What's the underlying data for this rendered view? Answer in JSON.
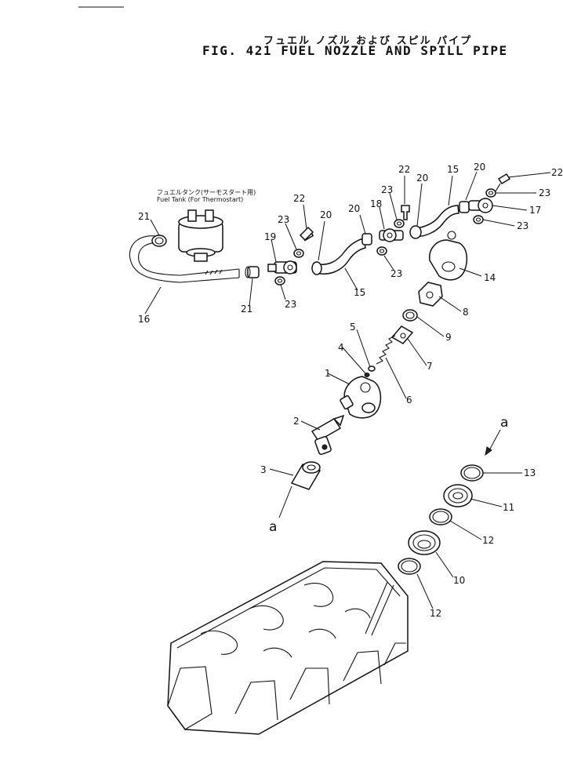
{
  "header": {
    "title_jp": "フュエル ノズル および スピル パイプ",
    "title_en": "FIG. 421  FUEL NOZZLE AND SPILL PIPE"
  },
  "tank_label": {
    "jp": "フュエルタンク(サーモスタート用)",
    "en": "Fuel Tank  (For Thermostart)"
  },
  "callouts": [
    {
      "id": "c1",
      "text": "1"
    },
    {
      "id": "c2",
      "text": "2"
    },
    {
      "id": "c3",
      "text": "3"
    },
    {
      "id": "c4",
      "text": "4"
    },
    {
      "id": "c5",
      "text": "5"
    },
    {
      "id": "c6",
      "text": "6"
    },
    {
      "id": "c7",
      "text": "7"
    },
    {
      "id": "c8",
      "text": "8"
    },
    {
      "id": "c9",
      "text": "9"
    },
    {
      "id": "c10",
      "text": "10"
    },
    {
      "id": "c11",
      "text": "11"
    },
    {
      "id": "c12a",
      "text": "12"
    },
    {
      "id": "c12b",
      "text": "12"
    },
    {
      "id": "c13",
      "text": "13"
    },
    {
      "id": "c14",
      "text": "14"
    },
    {
      "id": "c15a",
      "text": "15"
    },
    {
      "id": "c15b",
      "text": "15"
    },
    {
      "id": "c16",
      "text": "16"
    },
    {
      "id": "c17",
      "text": "17"
    },
    {
      "id": "c18",
      "text": "18"
    },
    {
      "id": "c19",
      "text": "19"
    },
    {
      "id": "c20a",
      "text": "20"
    },
    {
      "id": "c20b",
      "text": "20"
    },
    {
      "id": "c20c",
      "text": "20"
    },
    {
      "id": "c20d",
      "text": "20"
    },
    {
      "id": "c21a",
      "text": "21"
    },
    {
      "id": "c21b",
      "text": "21"
    },
    {
      "id": "c22a",
      "text": "22"
    },
    {
      "id": "c22b",
      "text": "22"
    },
    {
      "id": "c22c",
      "text": "22"
    },
    {
      "id": "c23a",
      "text": "23"
    },
    {
      "id": "c23b",
      "text": "23"
    },
    {
      "id": "c23c",
      "text": "23"
    },
    {
      "id": "c23d",
      "text": "23"
    },
    {
      "id": "c23e",
      "text": "23"
    },
    {
      "id": "c23f",
      "text": "23"
    },
    {
      "id": "ca1",
      "text": "a"
    },
    {
      "id": "ca2",
      "text": "a"
    }
  ]
}
